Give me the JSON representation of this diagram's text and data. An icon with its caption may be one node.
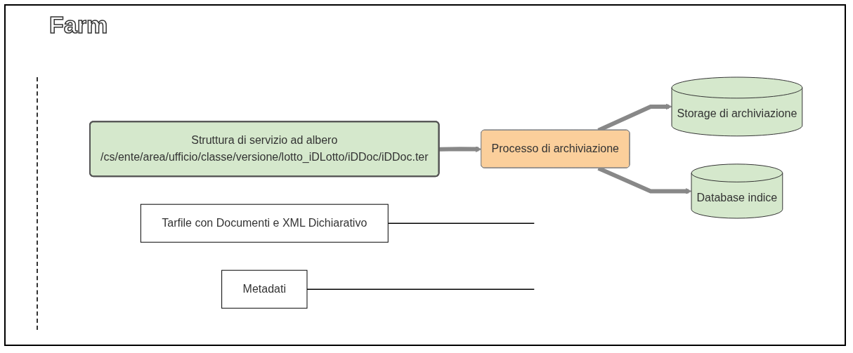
{
  "diagram": {
    "title": "Farm",
    "nodes": [
      {
        "text": [
          "Struttura di servizio ad albero",
          "/cs/ente/area/ufficio/classe/versione/lotto_iDLotto/iDDoc/iDDoc.ter"
        ]
      },
      {
        "text": [
          "Processo di archiviazione"
        ]
      },
      {
        "text": [
          "Tarfile con Documenti e XML Dichiarativo"
        ]
      },
      {
        "text": [
          "Storage di archiviazione"
        ]
      },
      {
        "text": [
          "Database indice"
        ]
      },
      {
        "text": [
          "Metadati"
        ]
      }
    ],
    "edges": [
      {
        "from": 0,
        "to": 1,
        "arrow": "to"
      },
      {
        "from": 1,
        "to": 3,
        "arrow": "to"
      },
      {
        "from": 1,
        "to": 4,
        "arrow": "to"
      },
      {
        "from": 2,
        "to": null,
        "arrow": "none",
        "color": "#000000"
      },
      {
        "from": 5,
        "to": null,
        "arrow": "none",
        "color": "#000000"
      }
    ]
  }
}
